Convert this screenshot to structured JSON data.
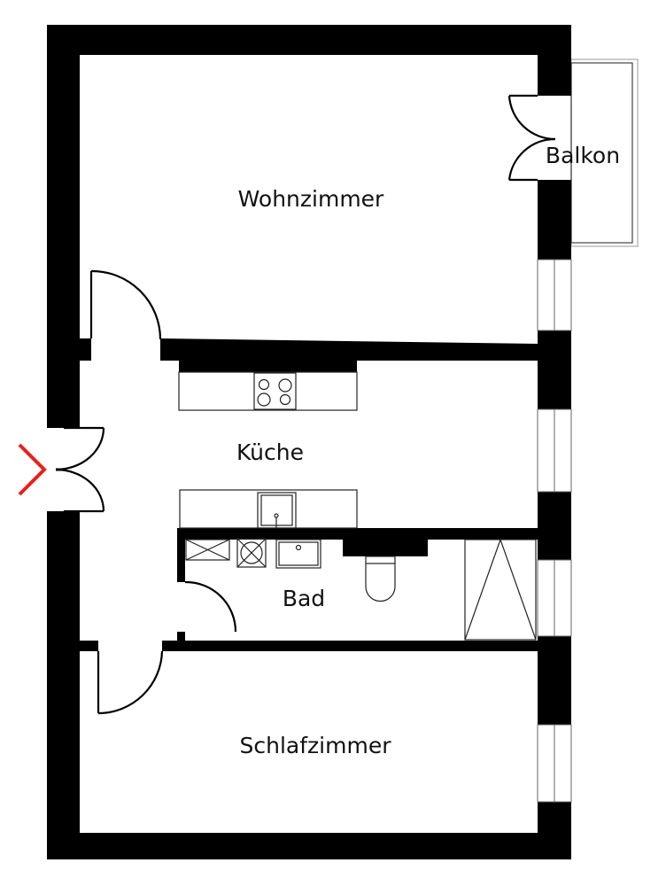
{
  "plan": {
    "rooms": {
      "living": "Wohnzimmer",
      "balcony": "Balkon",
      "kitchen": "Küche",
      "bath": "Bad",
      "bedroom": "Schlafzimmer"
    },
    "entrance_marker_color": "#e8201c",
    "wall_color": "#000000"
  }
}
